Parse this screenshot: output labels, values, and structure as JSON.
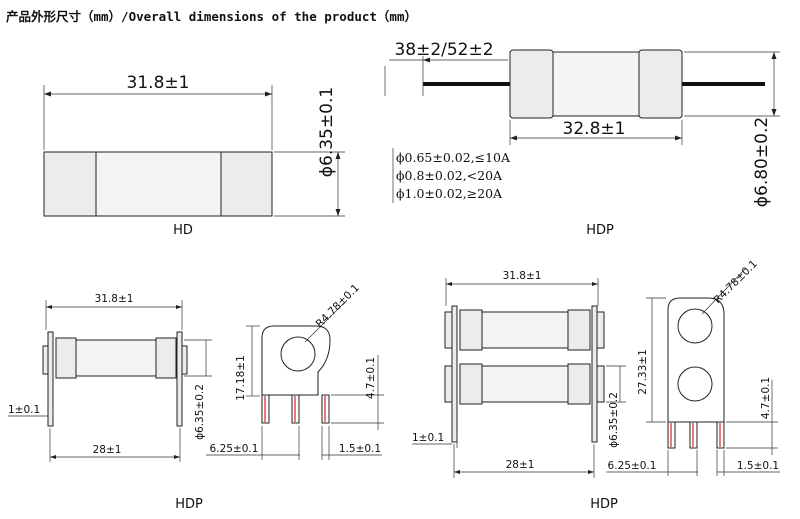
{
  "title": "产品外形尺寸（mm）/Overall dimensions of the product（mm）",
  "hd": {
    "length": "31.8±1",
    "diameter": "ϕ6.35±0.1",
    "label": "HD"
  },
  "hdp_leads": {
    "lead_length": "38±2/52±2",
    "body_length": "32.8±1",
    "diameter": "ϕ6.80±0.2",
    "wire_specs": [
      "ϕ0.65±0.02,≤10A",
      "ϕ0.8±0.02,<20A",
      "ϕ1.0±0.02,≥20A"
    ],
    "label": "HDP"
  },
  "hdp_single": {
    "length": "31.8±1",
    "pin_thickness": "1±0.1",
    "pin_pitch": "28±1",
    "diameter": "ϕ6.35±0.2",
    "hole_radius": "R4.78±0.1",
    "bracket_height": "17.18±1",
    "pin_length": "4.7±0.1",
    "pin_spacing": "6.25±0.1",
    "pin_width": "1.5±0.1",
    "label": "HDP"
  },
  "hdp_double": {
    "length": "31.8±1",
    "pin_thickness": "1±0.1",
    "pin_pitch": "28±1",
    "diameter": "ϕ6.35±0.2",
    "hole_radius": "R4.78±0.1",
    "bracket_height": "27.33±1",
    "pin_length": "4.7±0.1",
    "pin_spacing": "6.25±0.1",
    "pin_width": "1.5±0.1",
    "label": "HDP"
  }
}
